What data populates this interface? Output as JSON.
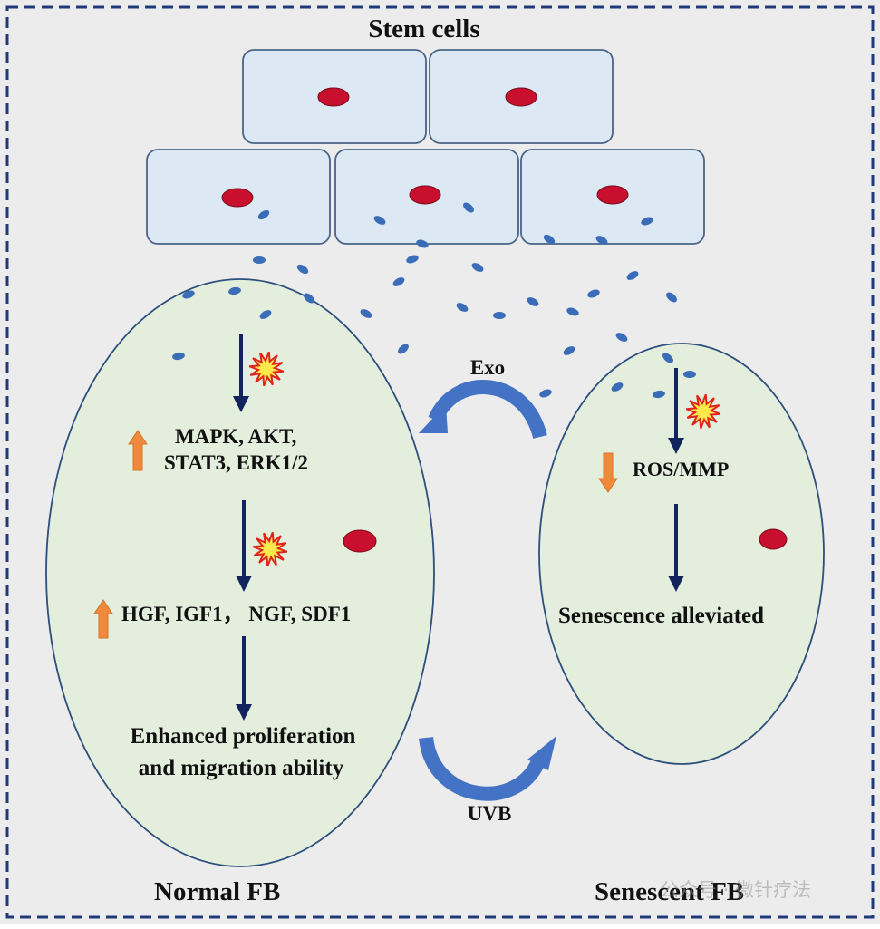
{
  "title": "Stem cells",
  "exo_label": "Exo",
  "uvb_label": "UVB",
  "normal_fb": {
    "caption": "Normal FB",
    "pathway_line1": "MAPK, AKT,",
    "pathway_line2": "STAT3, ERK1/2",
    "factors": "HGF, IGF1， NGF, SDF1",
    "outcome_line1": "Enhanced proliferation",
    "outcome_line2": "and migration ability"
  },
  "senescent_fb": {
    "caption": "Senescent FB",
    "marker": "ROS/MMP",
    "outcome": "Senescence alleviated"
  },
  "watermark": "公众号 · 微针疗法",
  "colors": {
    "background": "#ececec",
    "frame": "#1f3a78",
    "cell_fill": "#dce9f5",
    "cell_stroke": "#4a6386",
    "fb_fill": "#e3eedc",
    "fb_stroke": "#2d4f7c",
    "nucleus": "#c8102e",
    "vesicle": "#3b6cb8",
    "pathway_arrow": "#13235e",
    "up_down_arrow": "#ef8a3c",
    "curved_arrow": "#4472c4",
    "burst_fill": "#ffe94a",
    "burst_stroke": "#e0231c"
  }
}
